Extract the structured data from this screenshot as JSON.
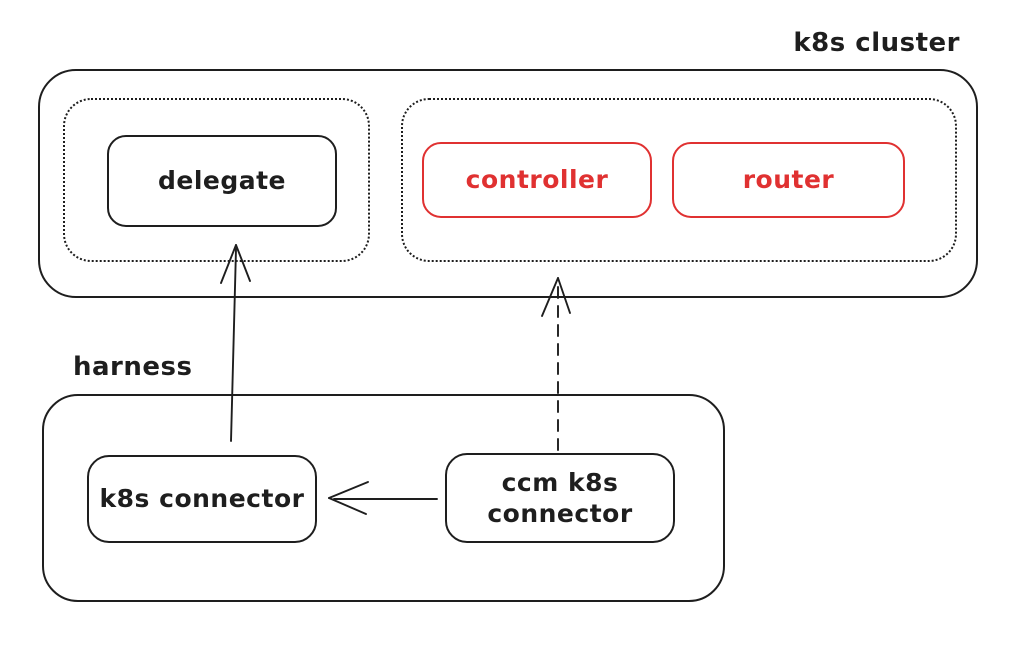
{
  "canvas": {
    "background": "#ffffff"
  },
  "colors": {
    "stroke_black": "#1e1e1e",
    "stroke_red": "#e03131"
  },
  "clusters": {
    "k8s_cluster": {
      "label": "k8s cluster"
    },
    "harness": {
      "label": "harness"
    },
    "delegate_group": {
      "style": "dotted",
      "label": ""
    },
    "controller_router_group": {
      "style": "dotted",
      "label": ""
    }
  },
  "nodes": {
    "delegate": {
      "label": "delegate",
      "color": "#1e1e1e"
    },
    "controller": {
      "label": "controller",
      "color": "#e03131"
    },
    "router": {
      "label": "router",
      "color": "#e03131"
    },
    "k8s_connector": {
      "label": "k8s connector",
      "color": "#1e1e1e"
    },
    "ccm_k8s_connector": {
      "label": "ccm k8s connector",
      "color": "#1e1e1e"
    }
  },
  "edges": [
    {
      "from": "k8s_connector",
      "to": "delegate_group",
      "style": "solid",
      "direction": "up"
    },
    {
      "from": "ccm_k8s_connector",
      "to": "controller_router_group",
      "style": "dashed",
      "direction": "up"
    },
    {
      "from": "ccm_k8s_connector",
      "to": "k8s_connector",
      "style": "solid",
      "direction": "left"
    }
  ]
}
